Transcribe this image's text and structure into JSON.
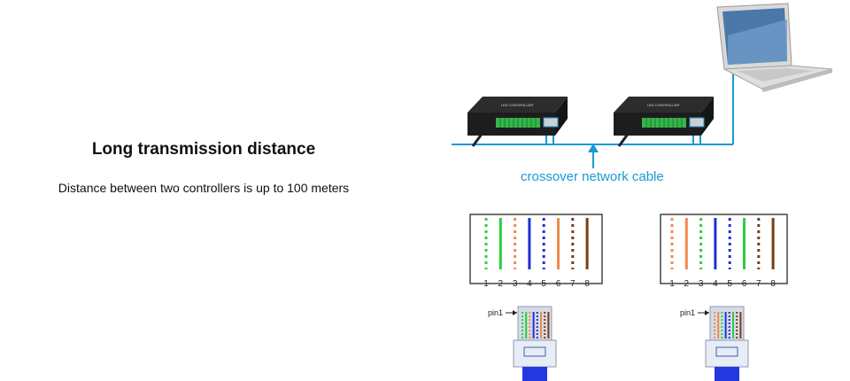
{
  "heading": "Long transmission distance",
  "subheading": "Distance between two controllers is up to 100 meters",
  "cable_caption": "crossover network cable",
  "controller_label": "LED CONTROLLER",
  "pin_numbers": [
    "1",
    "2",
    "3",
    "4",
    "5",
    "6",
    "7",
    "8"
  ],
  "pin_label": "pin1",
  "colors": {
    "cable": "#1a9ad6",
    "green": "#2ecc40",
    "orange": "#f08a4b",
    "blue": "#1f2fd6",
    "brown": "#7a3d12"
  },
  "wiring_left": [
    {
      "color": "green",
      "style": "dotted"
    },
    {
      "color": "green",
      "style": "solid"
    },
    {
      "color": "orange",
      "style": "dotted"
    },
    {
      "color": "blue",
      "style": "solid"
    },
    {
      "color": "blue",
      "style": "dotted"
    },
    {
      "color": "orange",
      "style": "solid"
    },
    {
      "color": "brown",
      "style": "dotted"
    },
    {
      "color": "brown",
      "style": "solid"
    }
  ],
  "wiring_right": [
    {
      "color": "orange",
      "style": "dotted"
    },
    {
      "color": "orange",
      "style": "solid"
    },
    {
      "color": "green",
      "style": "dotted"
    },
    {
      "color": "blue",
      "style": "solid"
    },
    {
      "color": "blue",
      "style": "dotted"
    },
    {
      "color": "green",
      "style": "solid"
    },
    {
      "color": "brown",
      "style": "dotted"
    },
    {
      "color": "brown",
      "style": "solid"
    }
  ]
}
